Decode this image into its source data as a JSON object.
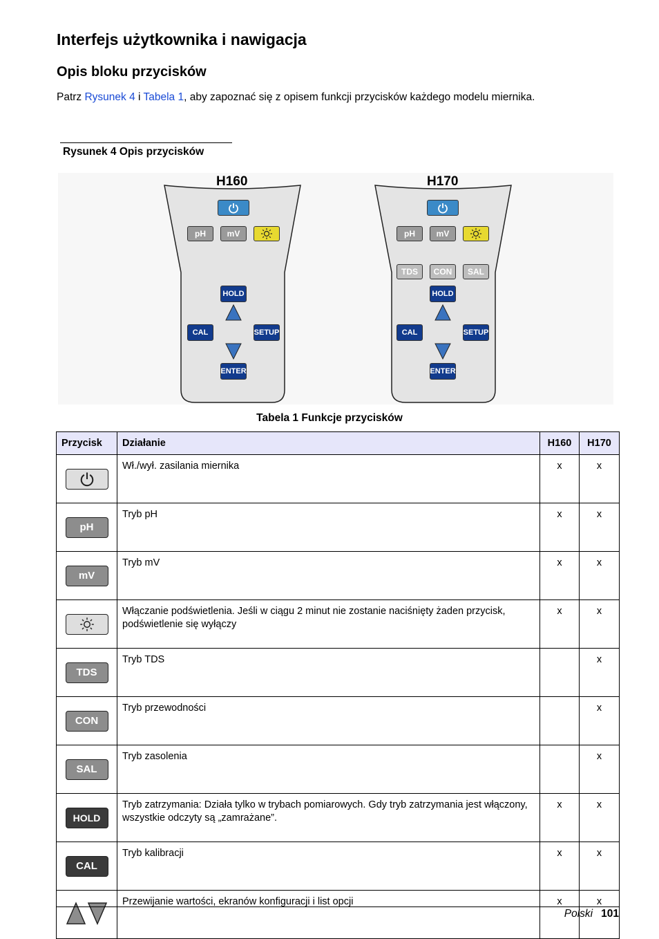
{
  "page": {
    "heading1": "Interfejs użytkownika i nawigacja",
    "heading2": "Opis bloku przycisków",
    "intro": {
      "prefix": "Patrz ",
      "link1": "Rysunek 4",
      "mid": " i ",
      "link2": "Tabela 1",
      "suffix": ", aby zapoznać się z opisem funkcji przycisków każdego modelu miernika."
    },
    "figure_caption": "Rysunek 4  Opis przycisków",
    "table_caption": "Tabela 1  Funkcje przycisków"
  },
  "figure": {
    "models": [
      {
        "name": "H160",
        "row1": [
          "pH",
          "mV"
        ],
        "row2": [],
        "hold": "HOLD",
        "cal": "CAL",
        "setup": "SETUP",
        "enter": "ENTER"
      },
      {
        "name": "H170",
        "row1": [
          "pH",
          "mV"
        ],
        "row2": [
          "TDS",
          "CON",
          "SAL"
        ],
        "hold": "HOLD",
        "cal": "CAL",
        "setup": "SETUP",
        "enter": "ENTER"
      }
    ]
  },
  "table": {
    "headers": [
      "Przycisk",
      "Działanie",
      "H160",
      "H170"
    ],
    "rows": [
      {
        "icon": "power-icon",
        "label": "",
        "desc": "Wł./wył. zasilania miernika",
        "h160": "x",
        "h170": "x"
      },
      {
        "icon": "ph-button-icon",
        "label": "pH",
        "desc": "Tryb pH",
        "h160": "x",
        "h170": "x"
      },
      {
        "icon": "mv-button-icon",
        "label": "mV",
        "desc": "Tryb mV",
        "h160": "x",
        "h170": "x"
      },
      {
        "icon": "backlight-sun-icon",
        "label": "",
        "desc": "Włączanie podświetlenia. Jeśli w ciągu 2 minut nie zostanie naciśnięty żaden przycisk, podświetlenie się wyłączy",
        "h160": "x",
        "h170": "x"
      },
      {
        "icon": "tds-button-icon",
        "label": "TDS",
        "desc": "Tryb TDS",
        "h160": "",
        "h170": "x"
      },
      {
        "icon": "con-button-icon",
        "label": "CON",
        "desc": "Tryb przewodności",
        "h160": "",
        "h170": "x"
      },
      {
        "icon": "sal-button-icon",
        "label": "SAL",
        "desc": "Tryb zasolenia",
        "h160": "",
        "h170": "x"
      },
      {
        "icon": "hold-button-icon",
        "label": "HOLD",
        "desc": "Tryb zatrzymania: Działa tylko w trybach pomiarowych. Gdy tryb zatrzymania jest włączony, wszystkie odczyty są „zamrażane”.",
        "h160": "x",
        "h170": "x"
      },
      {
        "icon": "cal-button-icon",
        "label": "CAL",
        "desc": "Tryb kalibracji",
        "h160": "x",
        "h170": "x"
      },
      {
        "icon": "up-down-arrows-icon",
        "label": "",
        "desc": "Przewijanie wartości, ekranów konfiguracji i list opcji",
        "h160": "x",
        "h170": "x"
      }
    ]
  },
  "footer": {
    "language": "Polski",
    "page_number": "101"
  }
}
